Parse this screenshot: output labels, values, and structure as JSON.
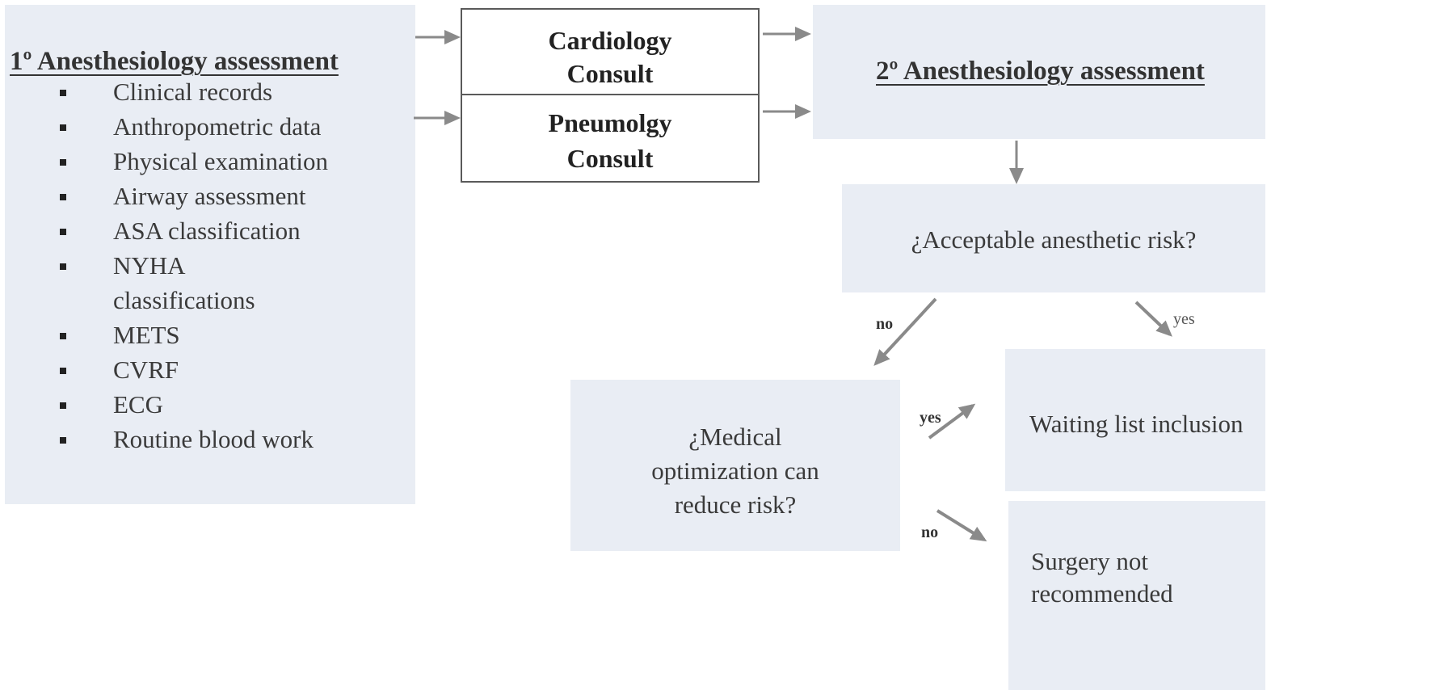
{
  "assessment1": {
    "title": "1º Anesthesiology assessment",
    "items": [
      "Clinical records",
      "Anthropometric data",
      "Physical examination",
      "Airway assessment",
      "ASA classification",
      "NYHA classifications",
      "METS",
      "CVRF",
      "ECG",
      "Routine blood work"
    ]
  },
  "cardiology": {
    "line1": "Cardiology",
    "line2": "Consult"
  },
  "pneumology": {
    "line1": "Pneumolgy",
    "line2": "Consult"
  },
  "assessment2": {
    "title": "2º Anesthesiology assessment"
  },
  "risk_question": "¿Acceptable anesthetic risk?",
  "optimization_question": {
    "line1": "¿Medical",
    "line2": "optimization can",
    "line3": "reduce  risk?"
  },
  "waiting_list": "Waiting list inclusion",
  "surgery_not": {
    "line1": "Surgery not",
    "line2": "recommended"
  },
  "labels": {
    "risk_no": "no",
    "risk_yes": "yes",
    "opt_yes": "yes",
    "opt_no": "no"
  },
  "colors": {
    "box_fill": "#e9edf4",
    "arrow": "#8a8a8a",
    "border": "#5a5a5a"
  }
}
